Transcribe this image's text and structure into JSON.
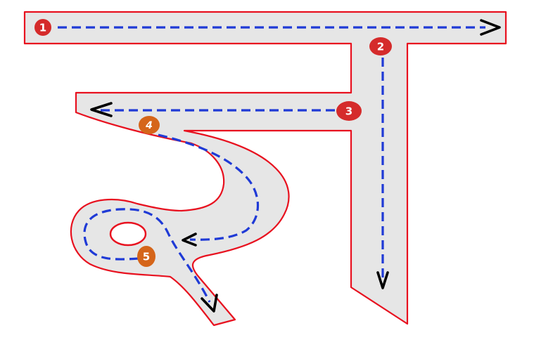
{
  "diagram": {
    "type": "letter-stroke-order-guide",
    "colors": {
      "stroke_fill": "#e6e6e6",
      "outline": "#e8111f",
      "guide_dash": "#1f3ad6",
      "arrowhead": "#000000",
      "badge_red": "#d52b2b",
      "badge_orange": "#d5651a"
    },
    "steps": [
      {
        "number": "1",
        "color": "#d52b2b"
      },
      {
        "number": "2",
        "color": "#d52b2b"
      },
      {
        "number": "3",
        "color": "#d52b2b"
      },
      {
        "number": "4",
        "color": "#d5651a"
      },
      {
        "number": "5",
        "color": "#d5651a"
      }
    ]
  }
}
